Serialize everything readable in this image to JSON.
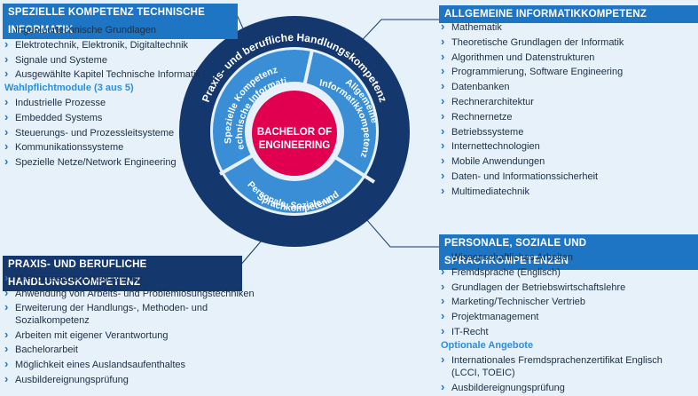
{
  "tl": {
    "title": "SPEZIELLE KOMPETENZ TECHNISCHE INFORMATIK",
    "items": [
      "Ingenieurtechnische Grundlagen",
      "Elektrotechnik, Elektronik, Digitaltechnik",
      "Signale und Systeme",
      "Ausgewählte Kapitel Technische Informatik"
    ],
    "subhead": "Wahlpflichtmodule (3 aus 5)",
    "sub_items": [
      "Industrielle Prozesse",
      "Embedded Systems",
      "Steuerungs- und Prozessleitsysteme",
      "Kommunikationssysteme",
      "Spezielle Netze/Network Engineering"
    ]
  },
  "tr": {
    "title": "ALLGEMEINE INFORMATIKKOMPETENZ",
    "items": [
      "Mathematik",
      "Theoretische Grundlagen der Informatik",
      "Algorithmen und Datenstrukturen",
      "Programmierung, Software Engineering",
      "Datenbanken",
      "Rechnerarchitektur",
      "Rechnernetze",
      "Betriebssysteme",
      "Internettechnologien",
      "Mobile Anwendungen",
      "Daten- und Informationssicherheit",
      "Multimediatechnik"
    ]
  },
  "bl": {
    "title": "PRAXIS- UND BERUFLICHE HANDLUNGSKOMPETENZ",
    "items": [
      "IT-Prozesse im Unternehmen",
      "Anwendung von Arbeits- und Problemlösungstechniken",
      "Erweiterung der Handlungs-, Methoden- und Sozialkompetenz",
      "Arbeiten mit  eigener Verantwortung",
      "Bachelorarbeit",
      "Möglichkeit eines Auslandsaufenthaltes",
      "Ausbildereignungsprüfung"
    ]
  },
  "br": {
    "title": "PERSONALE, SOZIALE UND SPRACHKOMPETENZEN",
    "items": [
      "Wissenschaftliches Arbeiten",
      "Fremdsprache (Englisch)",
      "Grundlagen der Betriebswirtschaftslehre",
      "Marketing/Technischer Vertrieb",
      "Projektmanagement",
      "IT-Recht"
    ],
    "subhead": "Optionale Angebote",
    "sub_items": [
      "Internationales Fremdsprachenzertifikat Englisch (LCCI, TOEIC)",
      "Ausbildereignungsprüfung"
    ]
  },
  "wheel": {
    "outer_ring": "Praxis- und berufliche Handlungskompetenz",
    "seg_tl_1": "Spezielle Kompetenz",
    "seg_tl_2": "Technische Informatik",
    "seg_r_1": "Allgemeine",
    "seg_r_2": "Informatikkompetenz",
    "seg_b_1": "Personale, Soziale und",
    "seg_b_2": "Sprachkompetenz",
    "center_1": "BACHELOR OF",
    "center_2": "ENGINEERING"
  },
  "colors": {
    "navy": "#14376d",
    "blue": "#1d75c3",
    "segment": "#3a8ed6",
    "center": "#e0004f",
    "background": "#e6f1f9"
  }
}
